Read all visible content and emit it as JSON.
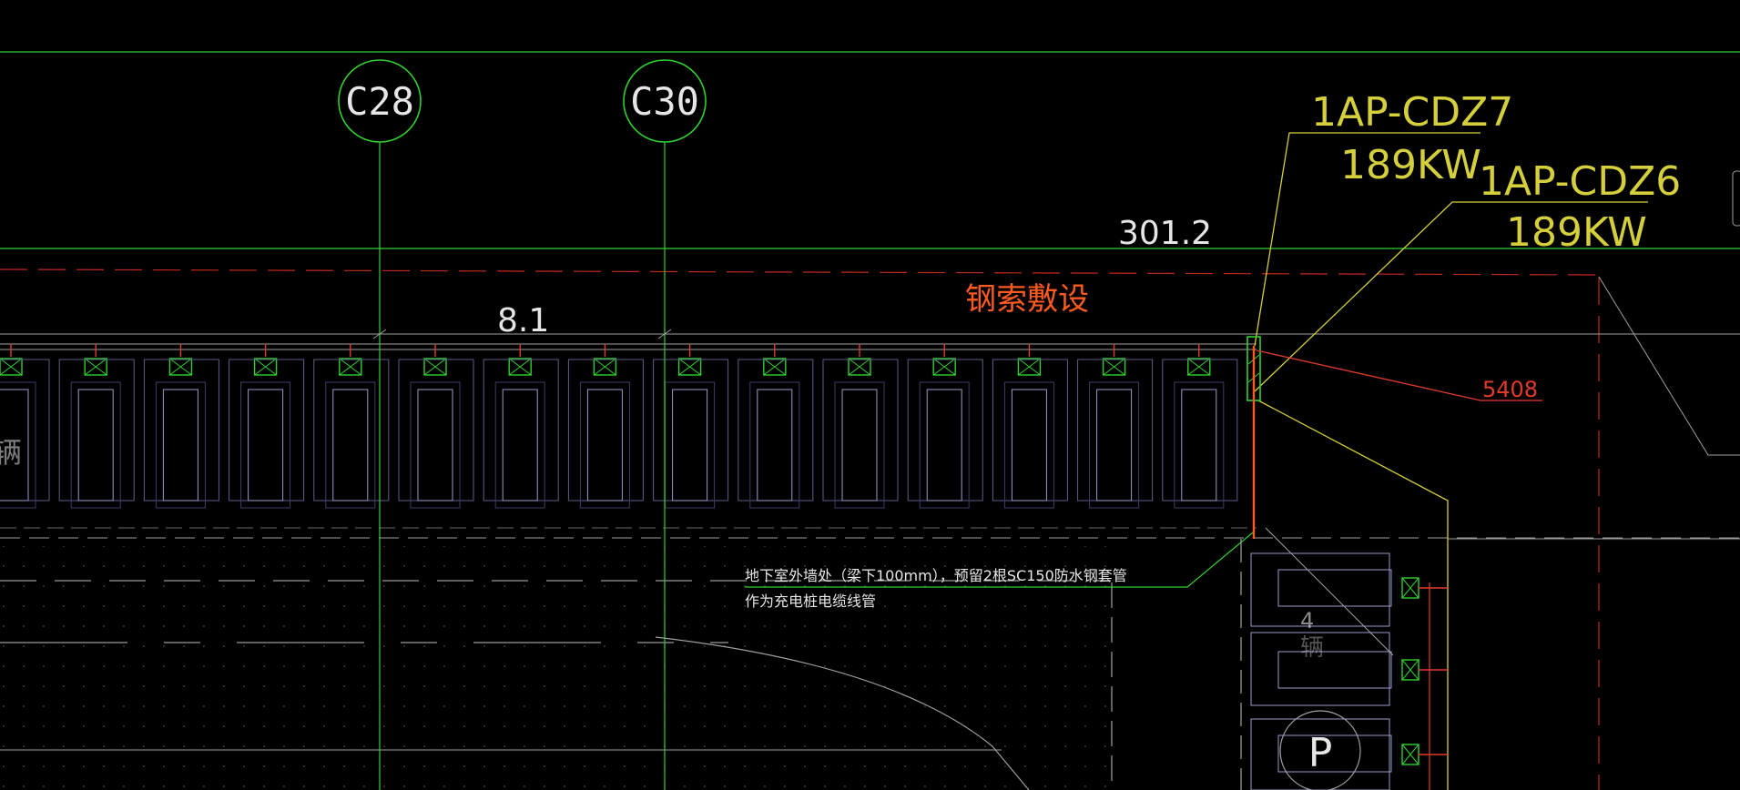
{
  "grid_bubbles": [
    {
      "label": "C28"
    },
    {
      "label": "C30"
    }
  ],
  "circuits": [
    {
      "name": "1AP-CDZ7",
      "power": "189KW"
    },
    {
      "name": "1AP-CDZ6",
      "power": "189KW"
    }
  ],
  "dimensions": {
    "overall": "301.2",
    "segment": "8.1",
    "cable_ref": "5408"
  },
  "labels": {
    "cable_route": "钢索敷设",
    "note_line1": "地下室外墙处（梁下100mm），预留2根SC150防水钢套管",
    "note_line2": "作为充电桩电缆线管",
    "vehicle_char": "辆",
    "vehicle_char_right": "辆",
    "parking_symbol": "P",
    "parking_number": "4"
  },
  "colors": {
    "background": "#000000",
    "axis_line": "#2fd12f",
    "annotation": "#d4cf3a",
    "cable": "#ff5a1f",
    "red_dash": "#c0281e",
    "stall": "#9a9acb",
    "white_text": "#e6e6e6"
  }
}
